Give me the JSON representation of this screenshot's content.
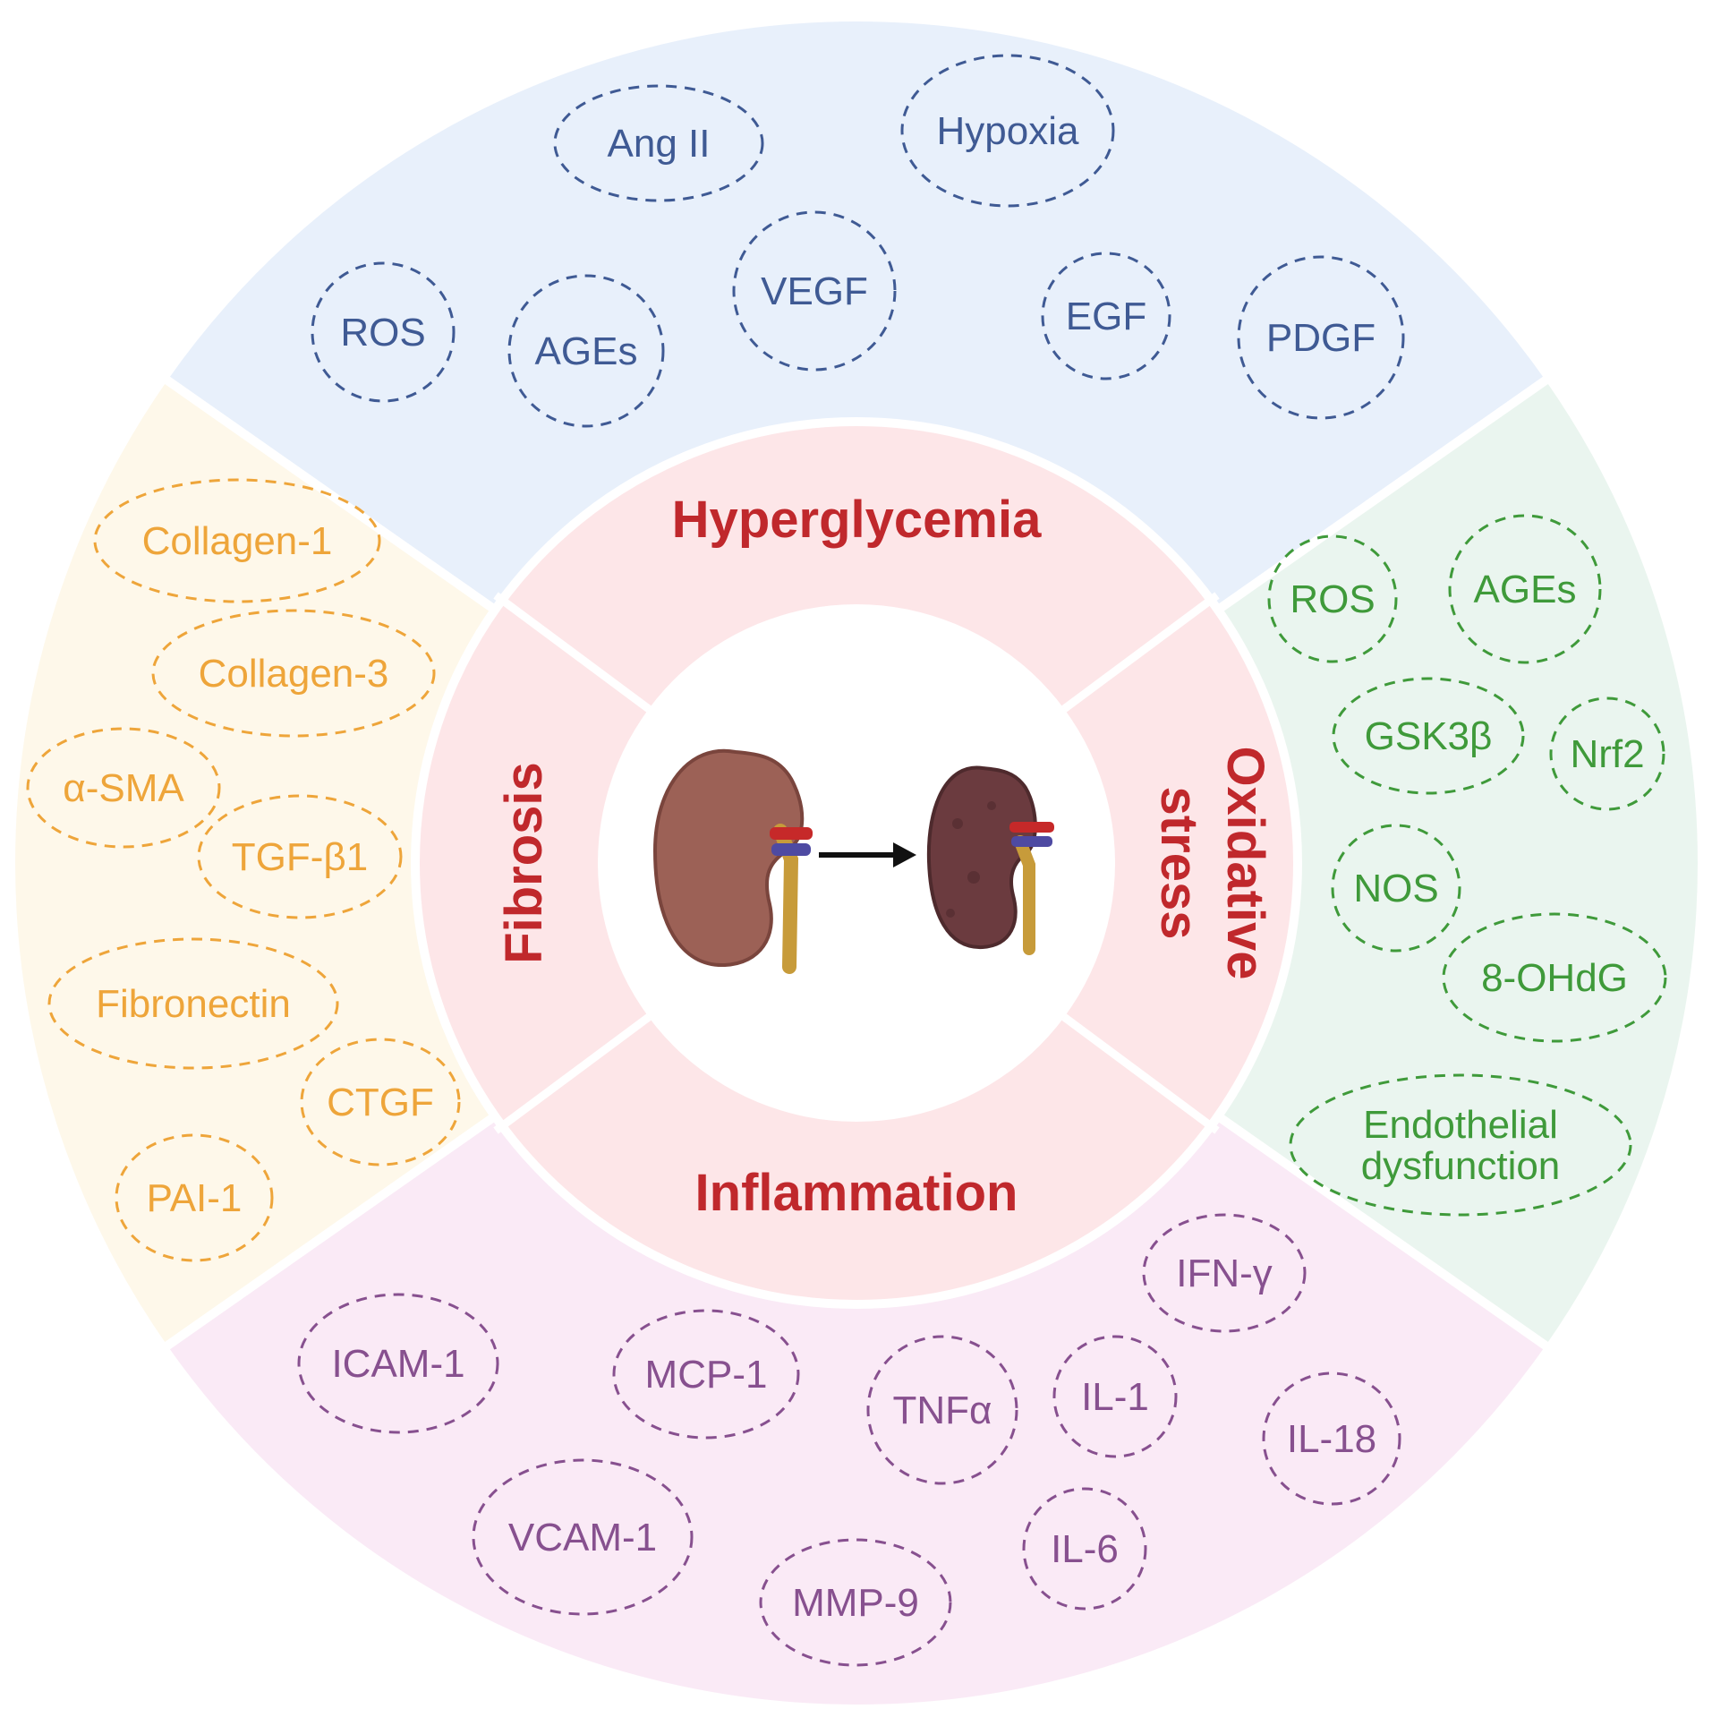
{
  "colors": {
    "top": "#e8f0fb",
    "right": "#eaf5ef",
    "bottom": "#faeaf6",
    "left": "#fef8ea",
    "ring": "#fde6e8",
    "title": "#c0282c",
    "blue": "#3f5a94",
    "green": "#3f9a3a",
    "purple": "#87508f",
    "orange": "#eea53a"
  },
  "center": {
    "top_label": "Hyperglycemia",
    "right_label": [
      "Oxidative",
      "stress"
    ],
    "bottom_label": "Inflammation",
    "left_label": "Fibrosis"
  },
  "kidney_icons": [
    "kidney-healthy-icon",
    "arrow-right-icon",
    "kidney-damaged-icon"
  ],
  "sectors": {
    "top": {
      "color": "blue",
      "items": [
        "Ang II",
        "Hypoxia",
        "VEGF",
        "ROS",
        "AGEs",
        "EGF",
        "PDGF"
      ]
    },
    "right": {
      "color": "green",
      "items": [
        "ROS",
        "AGEs",
        "GSK3β",
        "Nrf2",
        "NOS",
        "8-OHdG",
        [
          "Endothelial",
          "dysfunction"
        ]
      ]
    },
    "bottom": {
      "color": "purple",
      "items": [
        "IFN-γ",
        "ICAM-1",
        "MCP-1",
        "TNFα",
        "IL-1",
        "IL-18",
        "VCAM-1",
        "IL-6",
        "MMP-9"
      ]
    },
    "left": {
      "color": "orange",
      "items": [
        "Collagen-1",
        "Collagen-3",
        "α-SMA",
        "TGF-β1",
        "Fibronectin",
        "CTGF",
        "PAI-1"
      ]
    }
  }
}
